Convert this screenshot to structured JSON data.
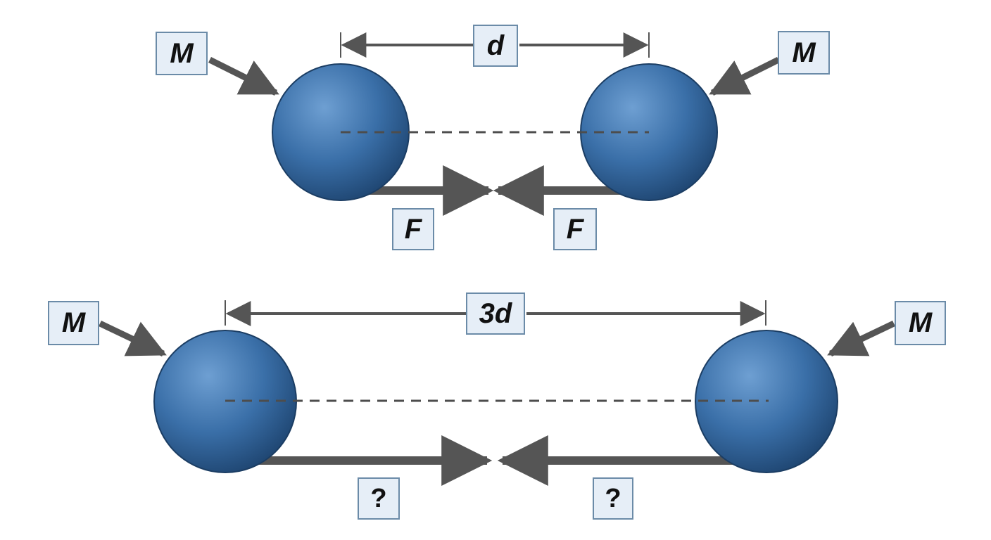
{
  "colors": {
    "sphere": "#3a6fa8",
    "arrow": "#555555",
    "label_fill": "#e6eef7",
    "label_border": "#6b8ba8"
  },
  "top": {
    "mass_left": "M",
    "mass_right": "M",
    "distance": "d",
    "force_left": "F",
    "force_right": "F"
  },
  "bottom": {
    "mass_left": "M",
    "mass_right": "M",
    "distance": "3d",
    "force_left": "?",
    "force_right": "?"
  }
}
